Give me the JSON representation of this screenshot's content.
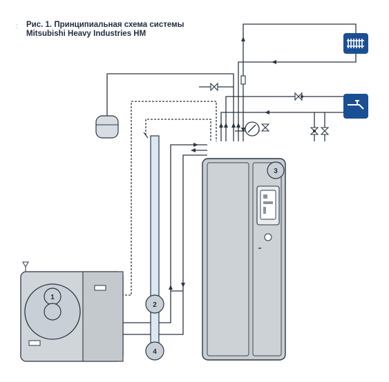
{
  "caption": {
    "figure_number": "Рис. 1.",
    "title_line1": "Принципиальная схема системы",
    "title_line2": "Mitsubishi Heavy Industries HM"
  },
  "labels": {
    "outdoor_unit": "1",
    "buffer_tank": "2",
    "indoor_unit": "3",
    "pump": "4"
  },
  "icons": {
    "radiator": "radiator-icon",
    "tap": "tap-icon"
  },
  "colors": {
    "line": "#2b3540",
    "cabinet": "#c8cdd2",
    "cabinet_edge": "#3a4550",
    "tank": "#dbe7f2",
    "badge": "#1b4f94",
    "circle": "#c9cfd6"
  }
}
